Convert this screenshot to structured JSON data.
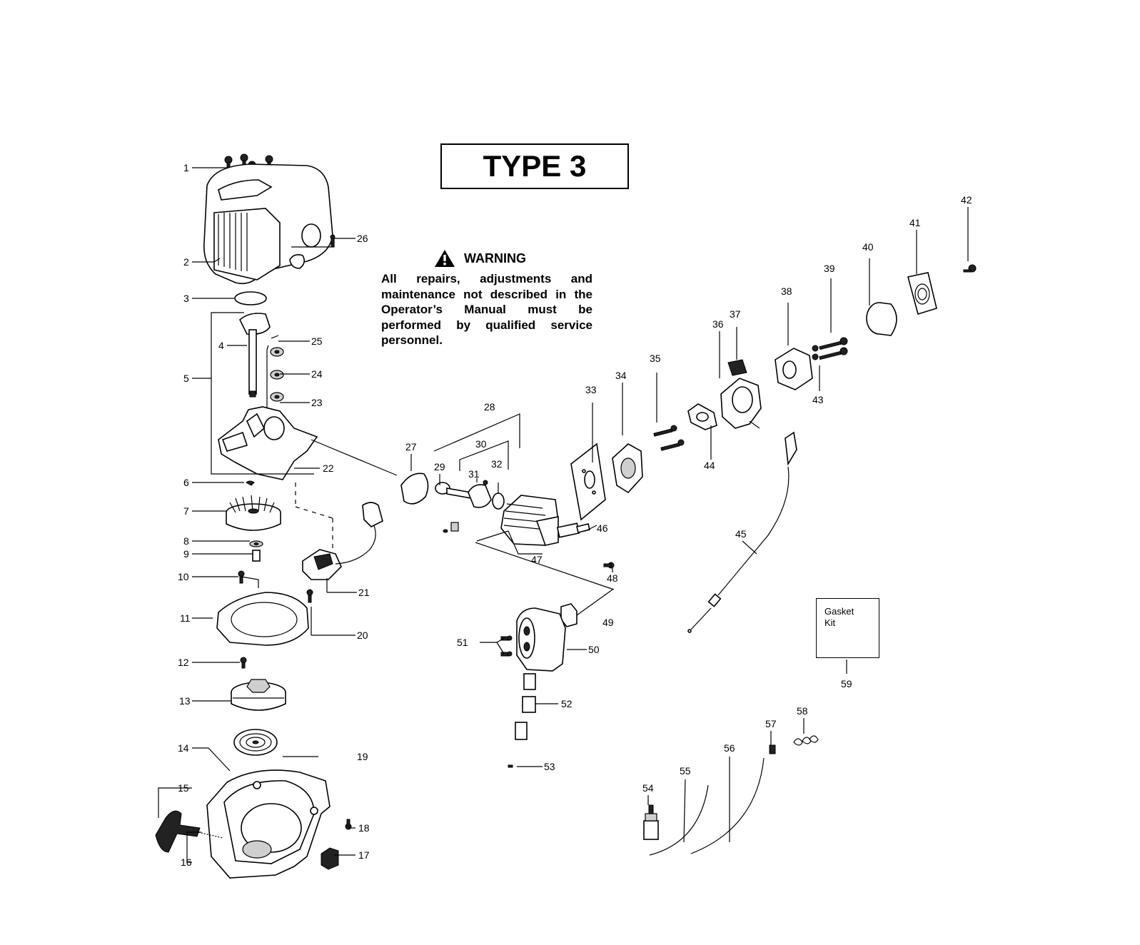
{
  "title": "TYPE 3",
  "warning": {
    "icon": "warning-triangle-icon",
    "heading": "WARNING",
    "text": "All repairs, adjustments and maintenance not described in the Operator’s Manual must be performed by qualified service personnel."
  },
  "gasket_kit": {
    "line1": "Gasket",
    "line2": "Kit",
    "callout": "59"
  },
  "callouts": [
    "1",
    "2",
    "3",
    "4",
    "5",
    "6",
    "7",
    "8",
    "9",
    "10",
    "11",
    "12",
    "13",
    "14",
    "15",
    "16",
    "17",
    "18",
    "19",
    "20",
    "21",
    "22",
    "23",
    "24",
    "25",
    "26",
    "27",
    "28",
    "29",
    "30",
    "31",
    "32",
    "33",
    "34",
    "35",
    "36",
    "37",
    "38",
    "39",
    "40",
    "41",
    "42",
    "43",
    "44",
    "45",
    "46",
    "47",
    "48",
    "49",
    "50",
    "51",
    "52",
    "53",
    "54",
    "55",
    "56",
    "57",
    "58"
  ]
}
